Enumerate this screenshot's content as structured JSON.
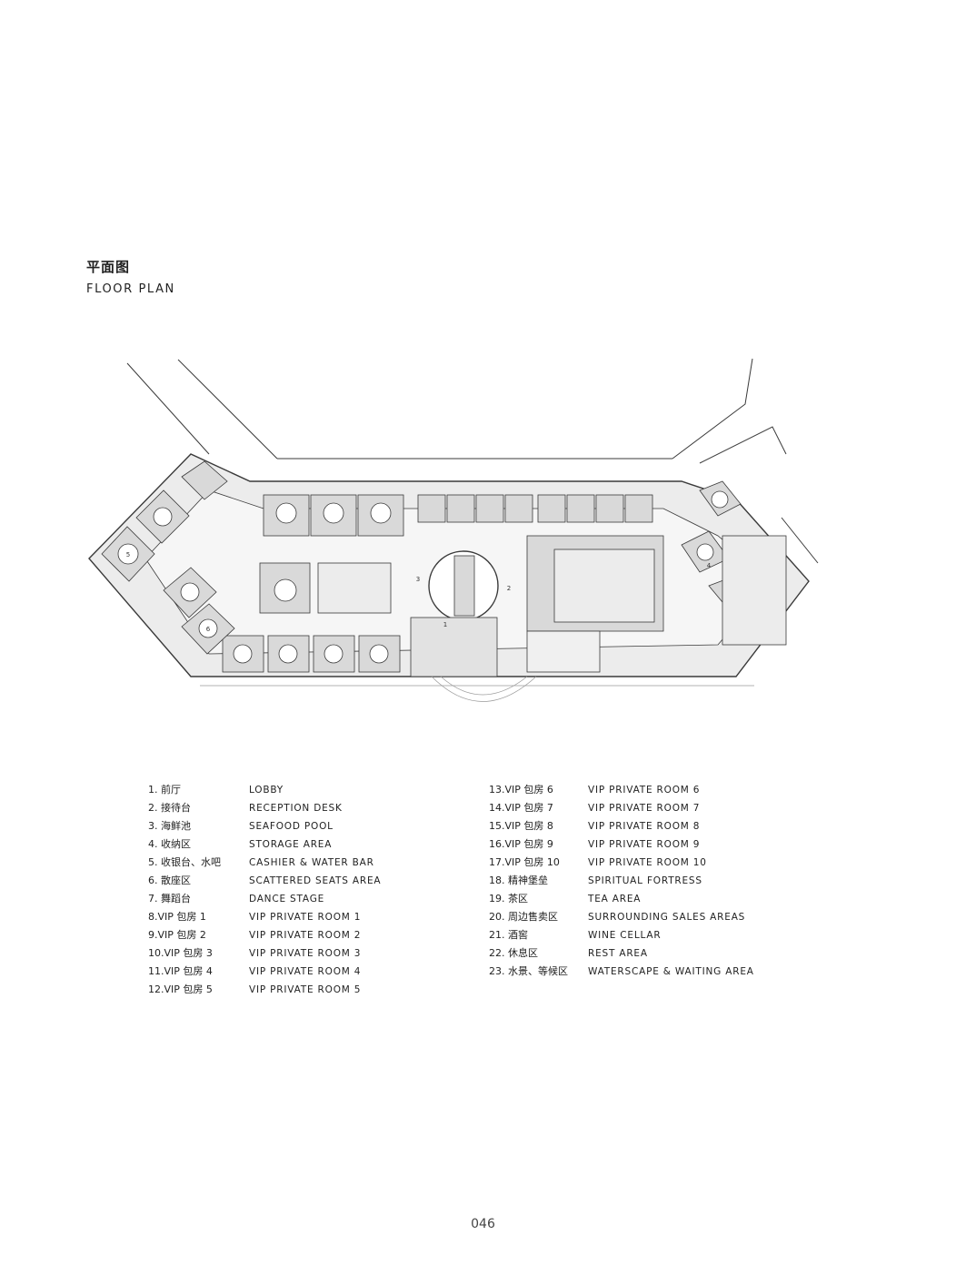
{
  "page": {
    "title_cn": "平面图",
    "title_en": "FLOOR PLAN",
    "page_number": "046"
  },
  "legend": {
    "left": [
      {
        "cn": "1. 前厅",
        "en": "LOBBY"
      },
      {
        "cn": "2. 接待台",
        "en": "RECEPTION DESK"
      },
      {
        "cn": "3. 海鲜池",
        "en": "SEAFOOD POOL"
      },
      {
        "cn": "4. 收纳区",
        "en": "STORAGE AREA"
      },
      {
        "cn": "5. 收银台、水吧",
        "en": "CASHIER & WATER BAR"
      },
      {
        "cn": "6. 散座区",
        "en": "SCATTERED SEATS AREA"
      },
      {
        "cn": "7. 舞蹈台",
        "en": "DANCE STAGE"
      },
      {
        "cn": "8.VIP 包房 1",
        "en": "VIP PRIVATE ROOM 1"
      },
      {
        "cn": "9.VIP 包房 2",
        "en": "VIP PRIVATE ROOM 2"
      },
      {
        "cn": "10.VIP 包房 3",
        "en": "VIP PRIVATE ROOM 3"
      },
      {
        "cn": "11.VIP 包房 4",
        "en": "VIP PRIVATE ROOM 4"
      },
      {
        "cn": "12.VIP 包房 5",
        "en": "VIP PRIVATE ROOM 5"
      }
    ],
    "right": [
      {
        "cn": "13.VIP 包房 6",
        "en": "VIP PRIVATE ROOM 6"
      },
      {
        "cn": "14.VIP 包房 7",
        "en": "VIP PRIVATE ROOM 7"
      },
      {
        "cn": "15.VIP 包房 8",
        "en": "VIP PRIVATE ROOM 8"
      },
      {
        "cn": "16.VIP 包房 9",
        "en": "VIP PRIVATE ROOM 9"
      },
      {
        "cn": "17.VIP 包房 10",
        "en": "VIP PRIVATE ROOM 10"
      },
      {
        "cn": "18. 精神堡垒",
        "en": "SPIRITUAL FORTRESS"
      },
      {
        "cn": "19. 茶区",
        "en": "TEA AREA"
      },
      {
        "cn": "20. 周边售卖区",
        "en": "SURROUNDING SALES AREAS"
      },
      {
        "cn": "21. 酒窖",
        "en": "WINE CELLAR"
      },
      {
        "cn": "22. 休息区",
        "en": "REST AREA"
      },
      {
        "cn": "23. 水景、等候区",
        "en": "WATERSCAPE & WAITING AREA"
      }
    ]
  },
  "plan": {
    "room_labels": [
      "5",
      "6",
      "3",
      "1",
      "2",
      "4"
    ],
    "colors": {
      "line": "#3a3a3a",
      "fill": "#d9d9d9",
      "light": "#ececec",
      "paper": "#ffffff"
    }
  }
}
